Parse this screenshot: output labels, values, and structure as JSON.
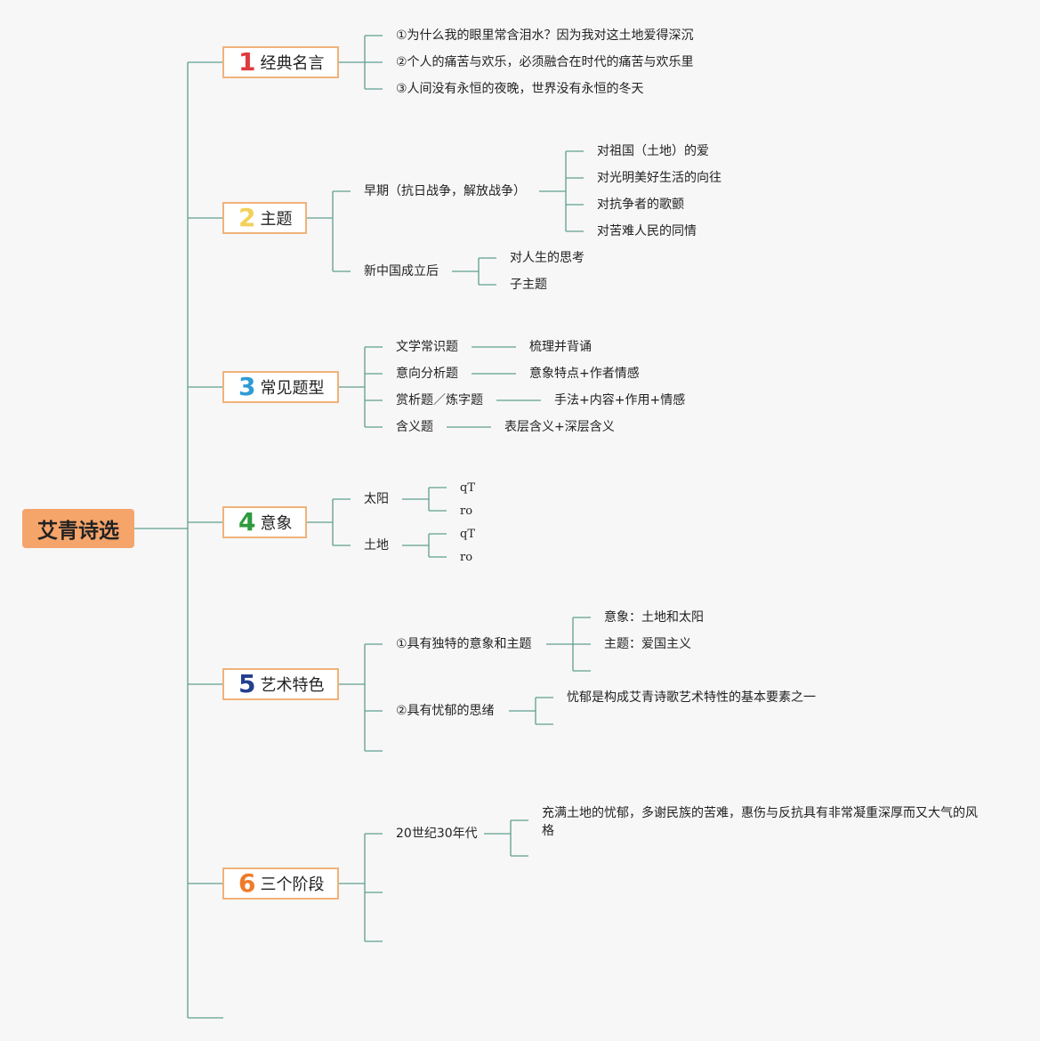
{
  "root": "艾青诗选",
  "colors": {
    "line": "#5f9e8e",
    "root_fill": "#f5a46a",
    "box_border": "#f0b27a"
  },
  "categories": [
    {
      "num": "1",
      "label": "经典名言",
      "num_color": "#e0393e"
    },
    {
      "num": "2",
      "label": "主题",
      "num_color": "#f3d05a"
    },
    {
      "num": "3",
      "label": "常见题型",
      "num_color": "#2f9bd6"
    },
    {
      "num": "4",
      "label": "意象",
      "num_color": "#2e9a3e"
    },
    {
      "num": "5",
      "label": "艺术特色",
      "num_color": "#233f8f"
    },
    {
      "num": "6",
      "label": "三个阶段",
      "num_color": "#ef7a2a"
    }
  ],
  "quotes": [
    "①为什么我的眼里常含泪水？因为我对这土地爱得深沉",
    "②个人的痛苦与欢乐，必须融合在时代的痛苦与欢乐里",
    "③人间没有永恒的夜晚，世界没有永恒的冬天"
  ],
  "theme": {
    "early": {
      "label": "早期（抗日战争，解放战争）",
      "items": [
        "对祖国（土地）的爱",
        "对光明美好生活的向往",
        "对抗争者的歌颤",
        "对苦难人民的同情"
      ]
    },
    "later": {
      "label": "新中国成立后",
      "items": [
        "对人生的思考",
        "子主题"
      ]
    }
  },
  "question_types": [
    {
      "type": "文学常识题",
      "method": "梳理并背诵"
    },
    {
      "type": "意向分析题",
      "method": "意象特点+作者情感"
    },
    {
      "type": "赏析题／炼字题",
      "method": "手法+内容+作用+情感"
    },
    {
      "type": "含义题",
      "method": "表层含义+深层含义"
    }
  ],
  "imagery": [
    {
      "label": "太阳",
      "items": [
        "qT",
        "ro"
      ]
    },
    {
      "label": "土地",
      "items": [
        "qT",
        "ro"
      ]
    }
  ],
  "art": [
    {
      "label": "①具有独特的意象和主题",
      "items": [
        "意象：土地和太阳",
        "主题：爱国主义"
      ]
    },
    {
      "label": "②具有忧郁的思绪",
      "items": [
        "忧郁是构成艾青诗歌艺术特性的基本要素之一"
      ]
    }
  ],
  "stages": [
    {
      "label": "20世纪30年代",
      "items": [
        "充满土地的忧郁，多谢民族的苦难，惠伤与反抗具有非常凝重深厚而又大气的风格"
      ]
    }
  ]
}
